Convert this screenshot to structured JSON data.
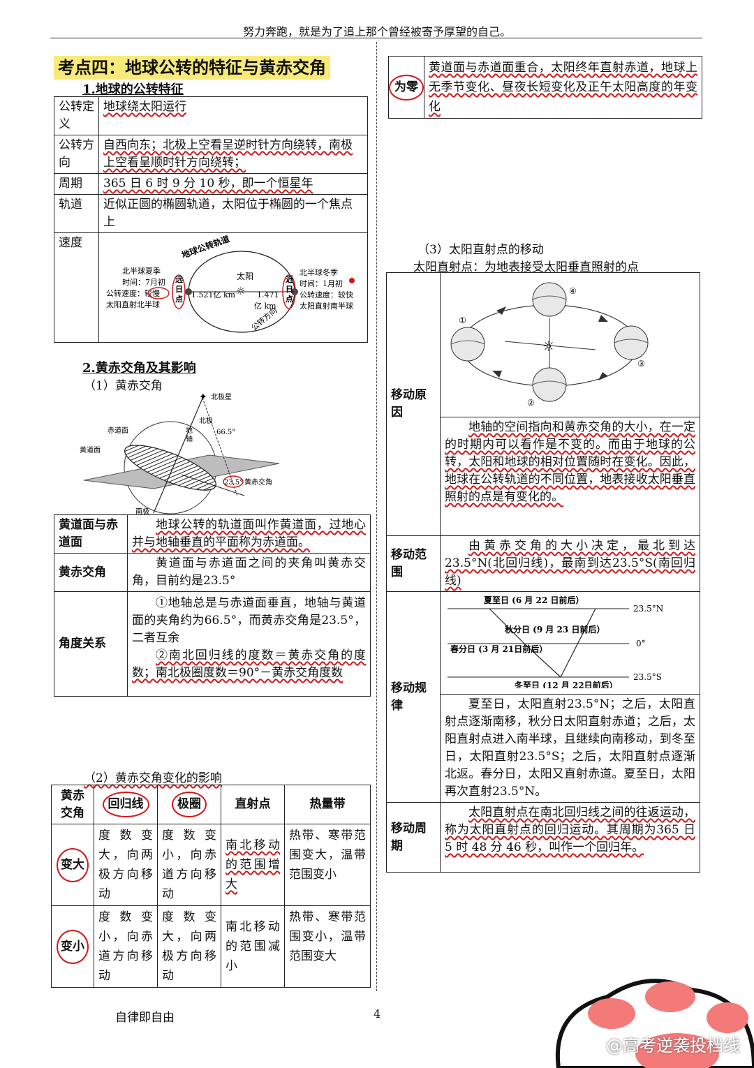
{
  "header": {
    "motto": "努力奔跑，就是为了追上那个曾经被寄予厚望的自己。"
  },
  "section_title": "考点四：地球公转的特征与黄赤交角",
  "part1": {
    "title": "1.地球的公转特征",
    "rows": [
      {
        "key": "公转定义",
        "val": "地球绕太阳运行"
      },
      {
        "key": "公转方向",
        "val": "自西向东；北极上空看呈逆时针方向绕转，南极上空看呈顺时针方向绕转；"
      },
      {
        "key": "周期",
        "val": "365 日 6 时 9 分 10 秒，即一个恒星年"
      },
      {
        "key": "轨道",
        "val": "近似正圆的椭圆轨道，太阳位于椭圆的一个焦点上"
      },
      {
        "key": "速度",
        "val": ""
      }
    ],
    "speed_diagram": {
      "orbit_label": "地球公转轨道",
      "direction_label": "公转方向",
      "sun": "太阳",
      "left_dist": "1.521亿 km",
      "right_dist": "1.471",
      "right_dist_unit": "亿 km",
      "aphelion": "远日点",
      "perihelion": "近日点",
      "left_info": [
        "北半球夏季",
        "时间：7月初",
        "公转速度：较慢",
        "太阳直射北半球"
      ],
      "right_info": [
        "北半球冬季",
        "时间：1月初",
        "公转速度：较快",
        "太阳直射南半球"
      ]
    }
  },
  "part2": {
    "title": "2.黄赤交角及其影响",
    "sub1": "（1）黄赤交角",
    "diagram": {
      "north_star": "北极星",
      "north_pole": "北极",
      "axis": "地轴",
      "equator_plane": "赤道面",
      "ecliptic_plane": "黄道面",
      "angle665": "66.5°",
      "angle235": "23.5°",
      "angle_label": "黄赤交角",
      "south_pole": "南极"
    },
    "table": [
      {
        "key": "黄道面与赤道面",
        "val": "地球公转的轨道面叫作黄道面，过地心并与地轴垂直的平面称为赤道面。"
      },
      {
        "key": "黄赤交角",
        "val": "黄道面与赤道面之间的夹角叫黄赤交角，目前约是23.5°"
      },
      {
        "key": "角度关系",
        "val1": "①地轴总是与赤道面垂直，地轴与黄道面的夹角约为66.5°，而黄赤交角是23.5°，二者互余",
        "val2": "②南北回归线的度数＝黄赤交角的度数；南北极圈度数＝90°－黄赤交角度数"
      }
    ],
    "sub2": "（2）黄赤交角变化的影响",
    "change_table": {
      "headers": [
        "黄赤交角",
        "回归线",
        "极圈",
        "直射点",
        "热量带"
      ],
      "rows": [
        {
          "key": "变大",
          "c1": "度数变大，向两极方向移动",
          "c2": "度数变小，向赤道方向移动",
          "c3": "南北移动的范围增大",
          "c4": "热带、寒带范围变大，温带范围变小"
        },
        {
          "key": "变小",
          "c1": "度数变小，向赤道方向移动",
          "c2": "度数变大，向两极方向移动",
          "c3": "南北移动的范围减小",
          "c4": "热带、寒带范围变小，温带范围变大"
        }
      ]
    }
  },
  "right_top": {
    "key": "为零",
    "val": "黄道面与赤道面重合，太阳终年直射赤道，地球上无季节变化、昼夜长短变化及正午太阳高度的年变化"
  },
  "part3": {
    "title": "（3）太阳直射点的移动",
    "definition": "太阳直射点：为地表接受太阳垂直照射的点",
    "rows": [
      {
        "key": "移动原因",
        "val": "地轴的空间指向和黄赤交角的大小，在一定的时期内可以看作是不变的。而由于地球的公转，太阳和地球的相对位置随时在变化。因此，地球在公转轨道的不同位置，地表接收太阳垂直照射的点是有变化的。"
      },
      {
        "key": "移动范围",
        "val": "由黄赤交角的大小决定，最北到达23.5°N(北回归线)，最南到达23.5°S(南回归线)"
      },
      {
        "key": "移动规律",
        "val": "夏至日，太阳直射23.5°N；之后，太阳直射点逐渐南移，秋分日太阳直射赤道；之后，太阳直射点进入南半球，且继续向南移动，到冬至日，太阳直射23.5°S；之后，太阳直射点逐渐北返。春分日，太阳又直射赤道。夏至日，太阳再次直射23.5°N。"
      },
      {
        "key": "移动周期",
        "val": "太阳直射点在南北回归线之间的往返运动，称为太阳直射点的回归运动。其周期为365 日 5 时 48 分 46 秒，叫作一个回归年。"
      }
    ],
    "orbit_marks": [
      "①",
      "②",
      "③",
      "④"
    ],
    "path_chart": {
      "summer": "夏至日 (6 月 22 日前后）",
      "autumn": "秋分日 (9 月 23 日前后）",
      "spring": "春分日 (3 月 21日前后）",
      "winter": "冬至日 (12 月 22日前后）",
      "n": "23.5°N",
      "eq": "0°",
      "s": "23.5°S"
    }
  },
  "footer": {
    "left": "自律即自由",
    "page": "4",
    "watermark": "@高考逆袭投档线"
  }
}
